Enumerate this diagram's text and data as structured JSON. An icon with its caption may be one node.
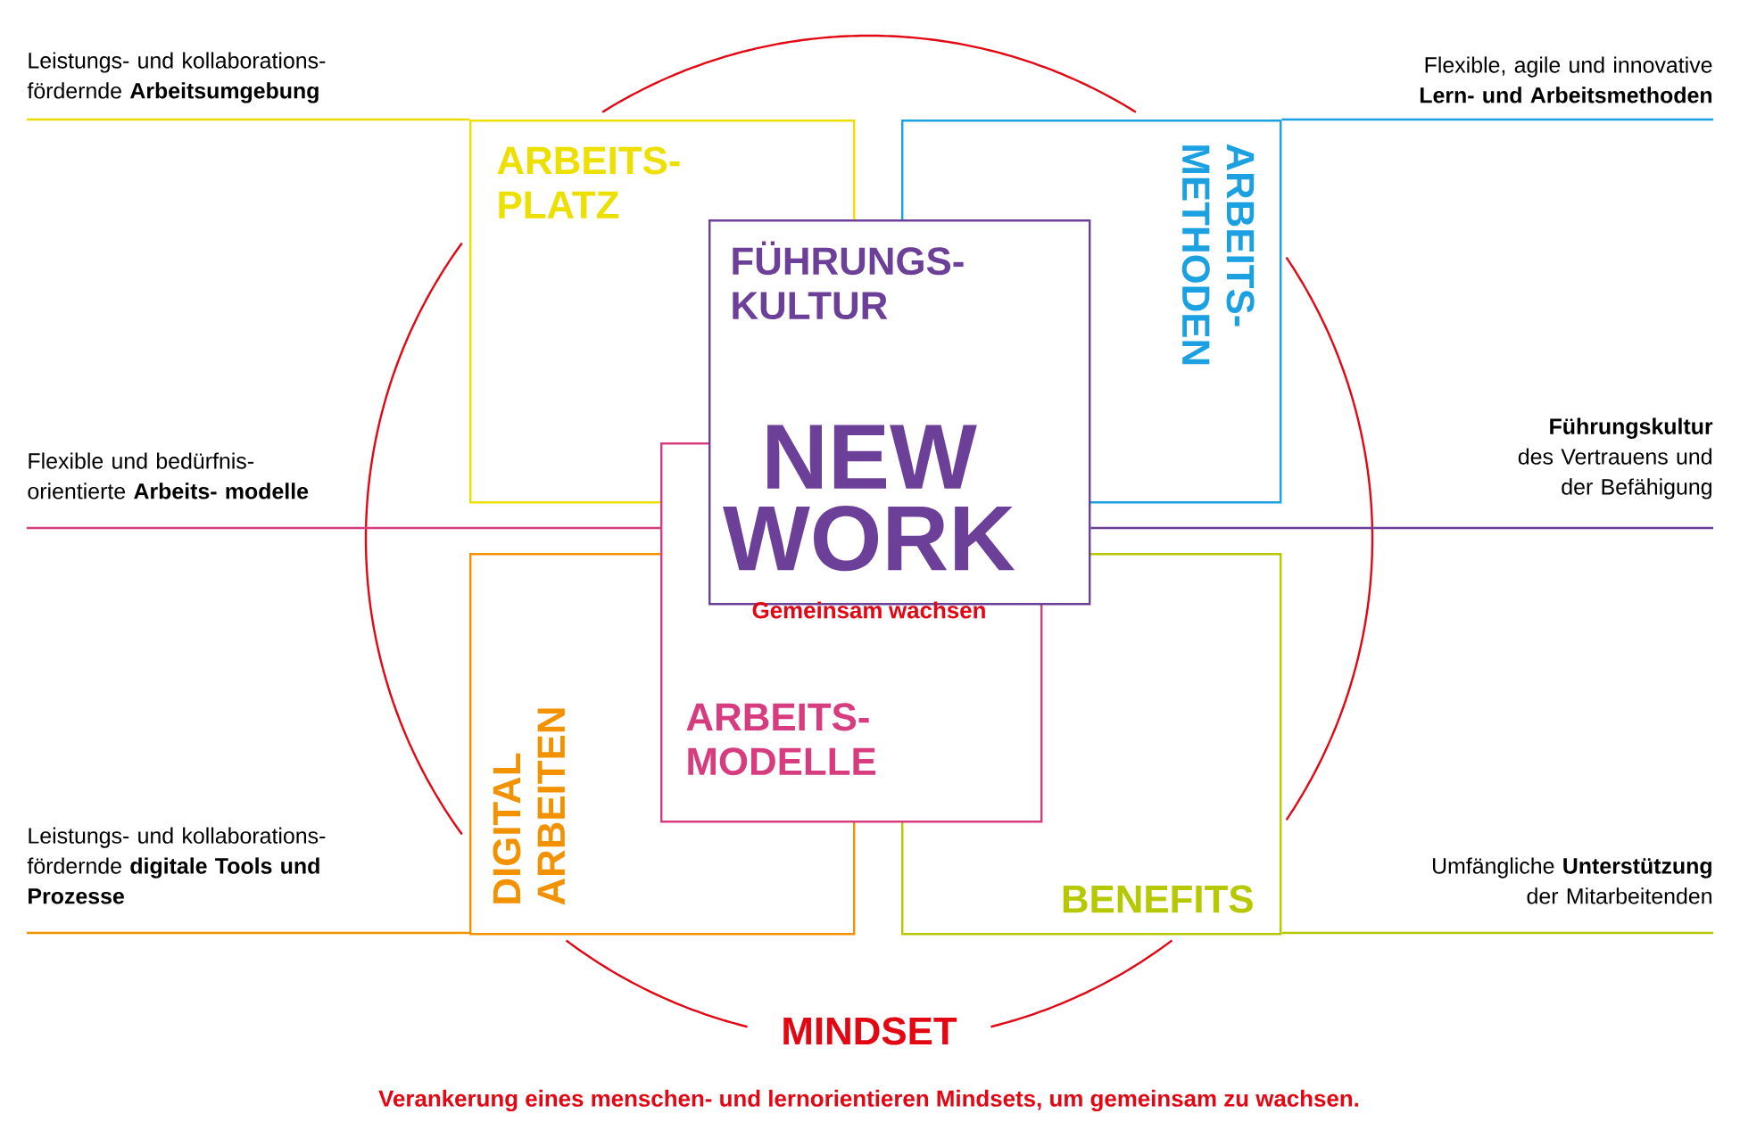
{
  "diagram": {
    "caption": "Verankerung eines menschen- und lernorientieren Mindsets, um gemeinsam zu wachsen.",
    "labels": [
      "MINDSET"
    ],
    "nodes": [
      {
        "text": [
          "ARBEITS- PLATZ"
        ]
      },
      {
        "text": [
          "ARBEITS- METHODEN"
        ]
      },
      {
        "text": [
          "FÜHRUNGS- KULTUR"
        ]
      },
      {
        "text": [
          "NEW WORK",
          "Gemeinsam wachsen"
        ]
      },
      {
        "text": [
          "ARBEITS- MODELLE"
        ]
      },
      {
        "text": [
          "DIGITAL ARBEITEN"
        ]
      },
      {
        "text": [
          "BENEFITS"
        ]
      },
      {
        "text": [
          "Leistungs- und kollaborations- fördernde **Arbeitsumgebung**"
        ]
      },
      {
        "text": [
          "Flexible, agile und innovative **Lern- und Arbeitsmethoden**"
        ]
      },
      {
        "text": [
          "Flexible und bedürfnis- orientierte **Arbeits- modelle**"
        ]
      },
      {
        "text": [
          "**Führungskultur** des Vertrauens und der Befähigung"
        ]
      },
      {
        "text": [
          "Leistungs- und kollaborations- fördernde **digitale Tools und Prozesse**"
        ]
      },
      {
        "text": [
          "Umfängliche **Unterstützung** der Mitarbeitenden"
        ]
      }
    ],
    "edges": [
      {
        "from": 7,
        "to": 0,
        "arrow": "none",
        "color": "#e8dd00"
      },
      {
        "from": 8,
        "to": 1,
        "arrow": "none",
        "color": "#1ba1e2"
      },
      {
        "from": 9,
        "to": 4,
        "arrow": "none",
        "color": "#d63c7e"
      },
      {
        "from": 10,
        "to": 2,
        "arrow": "none",
        "color": "#6c3f98"
      },
      {
        "from": 11,
        "to": 5,
        "arrow": "none",
        "color": "#f39200"
      },
      {
        "from": 12,
        "to": 6,
        "arrow": "none",
        "color": "#b5c800"
      }
    ]
  }
}
